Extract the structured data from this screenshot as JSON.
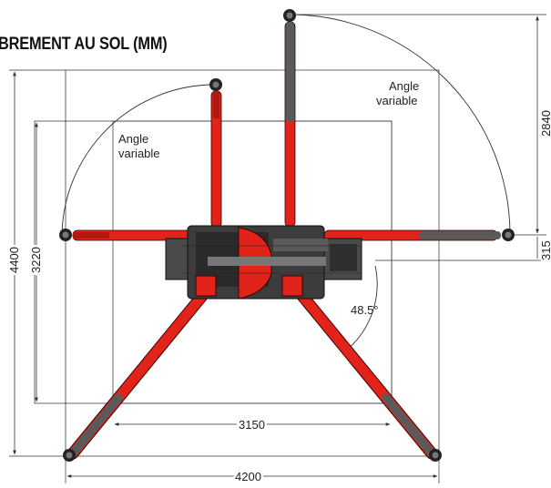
{
  "title": "BREMENT AU SOL (MM)",
  "dimensions": {
    "width_outer": "4200",
    "width_inner": "3150",
    "height_outer": "4400",
    "height_inner": "3220",
    "arm_length": "2840",
    "offset": "315"
  },
  "annotations": {
    "angle_variable_left_line1": "Angle",
    "angle_variable_left_line2": "variable",
    "angle_variable_right_line1": "Angle",
    "angle_variable_right_line2": "variable",
    "rear_angle": "48.5°"
  },
  "colors": {
    "outrigger_red": "#e2231a",
    "outrigger_dark": "#5a5a5a",
    "chassis": "#4a4a4a",
    "line": "#333333"
  }
}
